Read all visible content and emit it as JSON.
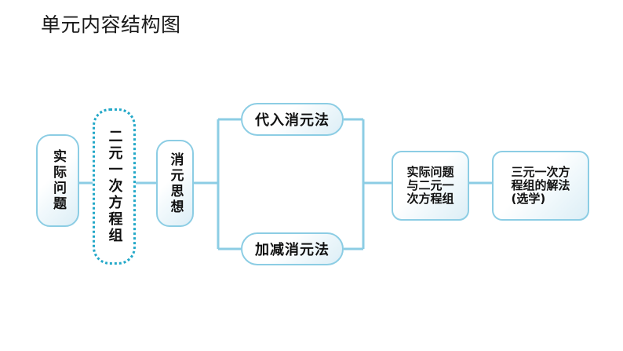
{
  "page": {
    "title": "单元内容结构图",
    "background_color": "#ffffff"
  },
  "theme": {
    "box_border_color": "#8ccde4",
    "highlight_border_color": "#23a8c8",
    "connector_color": "#8ccde4",
    "box_fill_from": "#ffffff",
    "box_fill_to": "#dceef6",
    "text_color": "#111111"
  },
  "diagram": {
    "type": "flowchart",
    "orientation": "left-to-right",
    "nodes": [
      {
        "id": "shijiwenti",
        "label": "实际问题",
        "text_direction": "vertical",
        "emphasis": "normal"
      },
      {
        "id": "eryuan",
        "label": "二元一次方程组",
        "text_direction": "vertical",
        "emphasis": "dashed-highlight"
      },
      {
        "id": "xiaoyuan",
        "label": "消元思想",
        "text_direction": "vertical",
        "emphasis": "normal"
      },
      {
        "id": "dairu",
        "label": "代入消元法",
        "text_direction": "horizontal",
        "emphasis": "normal"
      },
      {
        "id": "jiajian",
        "label": "加减消元法",
        "text_direction": "horizontal",
        "emphasis": "normal"
      },
      {
        "id": "shijiyueryuan",
        "label": "实际问题\n与二元一\n次方程组",
        "text_direction": "multiline",
        "emphasis": "normal"
      },
      {
        "id": "sanyuan",
        "label": "三元一次方\n程组的解法\n(选学)",
        "text_direction": "multiline",
        "emphasis": "normal"
      }
    ],
    "edges": [
      {
        "from": "shijiwenti",
        "to": "eryuan",
        "style": "straight"
      },
      {
        "from": "eryuan",
        "to": "xiaoyuan",
        "style": "straight"
      },
      {
        "from": "xiaoyuan",
        "to": "dairu",
        "style": "bracket-split"
      },
      {
        "from": "xiaoyuan",
        "to": "jiajian",
        "style": "bracket-split"
      },
      {
        "from": "dairu",
        "to": "shijiyueryuan",
        "style": "bracket-merge"
      },
      {
        "from": "jiajian",
        "to": "shijiyueryuan",
        "style": "bracket-merge"
      },
      {
        "from": "shijiyueryuan",
        "to": "sanyuan",
        "style": "straight"
      }
    ]
  }
}
